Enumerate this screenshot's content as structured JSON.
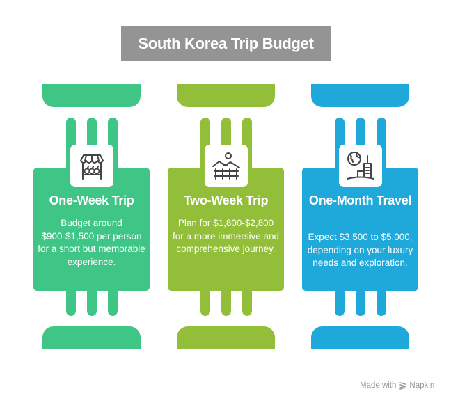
{
  "title": "South Korea Trip Budget",
  "colors": {
    "title_bg": "#949494",
    "green": "#3FC585",
    "lime": "#93BE3A",
    "blue": "#1FA9DA",
    "icon_stroke": "#444444"
  },
  "cards": [
    {
      "icon": "market-stall-icon",
      "title": "One-Week Trip",
      "description": "Budget around $900-$1,500 per person for a short but memorable experience.",
      "color": "#3FC585"
    },
    {
      "icon": "landscape-fence-icon",
      "title": "Two-Week Trip",
      "description": "Plan for $1,800-$2,800 for a more immersive and comprehensive journey.",
      "color": "#93BE3A"
    },
    {
      "icon": "globe-city-icon",
      "title": "One-Month Travel",
      "description": "Expect $3,500 to $5,000, depending on your luxury needs and exploration.",
      "color": "#1FA9DA"
    }
  ],
  "footer": {
    "made_with": "Made with",
    "brand": "Napkin"
  }
}
